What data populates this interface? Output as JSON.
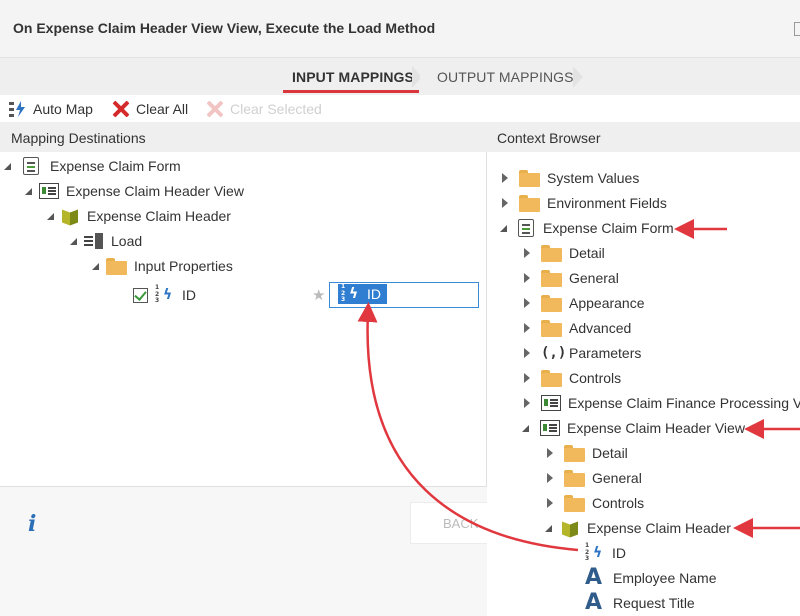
{
  "window": {
    "title": "On Expense Claim Header View View, Execute the Load Method"
  },
  "tabs": [
    {
      "label": "INPUT MAPPINGS",
      "active": true
    },
    {
      "label": "OUTPUT MAPPINGS",
      "active": false
    }
  ],
  "toolbar": {
    "auto_map": "Auto Map",
    "clear_all": "Clear All",
    "clear_selected": "Clear Selected"
  },
  "left_panel": {
    "header": "Mapping Destinations",
    "tree": [
      {
        "label": "Expense Claim Form",
        "icon": "form-icon"
      },
      {
        "label": "Expense Claim Header View",
        "icon": "view-icon"
      },
      {
        "label": "Expense Claim Header",
        "icon": "smartobject-icon"
      },
      {
        "label": "Load",
        "icon": "method-icon"
      },
      {
        "label": "Input Properties",
        "icon": "folder-icon"
      },
      {
        "label": "ID",
        "icon": "number-icon",
        "checked": true
      }
    ],
    "mapped_value": "ID"
  },
  "footer": {
    "back_label": "BACK"
  },
  "right_panel": {
    "header": "Context Browser",
    "tree": [
      {
        "label": "System Values",
        "icon": "folder-icon"
      },
      {
        "label": "Environment Fields",
        "icon": "folder-icon"
      },
      {
        "label": "Expense Claim Form",
        "icon": "form-icon"
      },
      {
        "label": "Detail",
        "icon": "folder-icon"
      },
      {
        "label": "General",
        "icon": "folder-icon"
      },
      {
        "label": "Appearance",
        "icon": "folder-icon"
      },
      {
        "label": "Advanced",
        "icon": "folder-icon"
      },
      {
        "label": "Parameters",
        "icon": "parameters-icon"
      },
      {
        "label": "Controls",
        "icon": "folder-icon"
      },
      {
        "label": "Expense Claim Finance Processing Vi",
        "icon": "view-icon"
      },
      {
        "label": "Expense Claim Header View",
        "icon": "view-icon"
      },
      {
        "label": "Detail",
        "icon": "folder-icon"
      },
      {
        "label": "General",
        "icon": "folder-icon"
      },
      {
        "label": "Controls",
        "icon": "folder-icon"
      },
      {
        "label": "Expense Claim Header",
        "icon": "smartobject-icon"
      },
      {
        "label": "ID",
        "icon": "number-icon"
      },
      {
        "label": "Employee Name",
        "icon": "string-icon"
      },
      {
        "label": "Request Title",
        "icon": "string-icon"
      }
    ]
  },
  "colors": {
    "accent_red": "#d9373c",
    "annotation_red": "#e0383e",
    "selection_blue": "#2f7ed1"
  }
}
